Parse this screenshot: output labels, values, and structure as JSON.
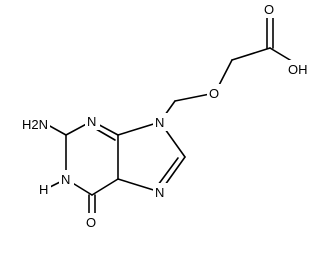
{
  "molecule": {
    "atoms": {
      "amine": "H2N",
      "n3": "N",
      "n1": "N",
      "n1_h": "H",
      "carbonyl_o": "O",
      "n7": "N",
      "n9": "N",
      "ether_o": "O",
      "acid_o": "O",
      "hydroxyl": "OH"
    }
  }
}
